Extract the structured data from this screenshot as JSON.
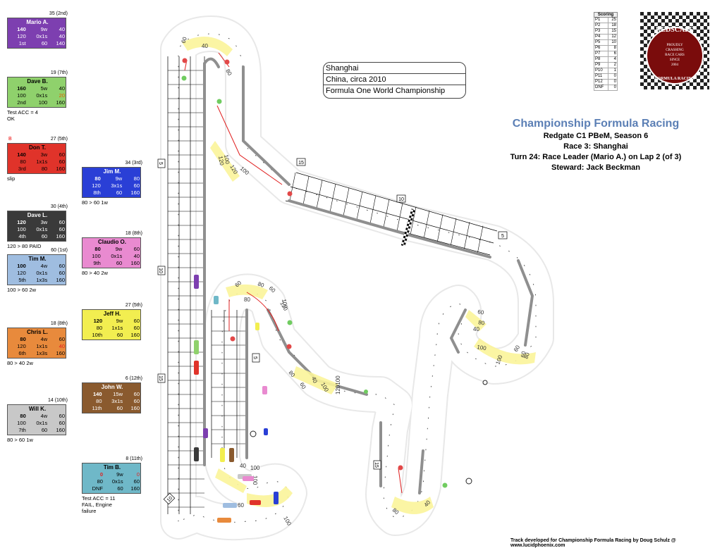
{
  "sign": [
    "Shanghai",
    "China, circa 2010",
    "Formula One World Championship"
  ],
  "header": {
    "title": "Championship Formula Racing",
    "lines": [
      "Redgate C1 PBeM, Season 6",
      "Race 3: Shanghai",
      "Turn 24: Race Leader (Mario A.) on Lap 2 (of 3)",
      "Steward: Jack Beckman"
    ]
  },
  "scoring": {
    "title": "Scoring",
    "rows": [
      [
        "P1",
        "25"
      ],
      [
        "P2",
        "18"
      ],
      [
        "P3",
        "15"
      ],
      [
        "P4",
        "12"
      ],
      [
        "P5",
        "10"
      ],
      [
        "P6",
        "8"
      ],
      [
        "P7",
        "6"
      ],
      [
        "P8",
        "4"
      ],
      [
        "P9",
        "2"
      ],
      [
        "P10",
        "1"
      ],
      [
        "P11",
        "0"
      ],
      [
        "P12",
        "0"
      ],
      [
        "DNF",
        "0"
      ]
    ]
  },
  "logo": {
    "top": "REDSCAPE",
    "middle": [
      "PROUDLY",
      "CRASHING",
      "RACE CARS",
      "SINCE",
      "2004"
    ],
    "bottom": "FORMULA RACING"
  },
  "footer": "Track developed for Championship Formula Racing by Doug Schulz @ www.lucidphoenix.com",
  "cards": [
    {
      "name": "Mario A.",
      "pos": "35 (2nd)",
      "color": "#7d3fb0",
      "text": "#fff",
      "rows": [
        [
          "140",
          "9w",
          "40"
        ],
        [
          "120",
          "0x1s",
          "40"
        ],
        [
          "1st",
          "60",
          "140"
        ]
      ],
      "note": "",
      "mark": ""
    },
    {
      "name": "Dave B.",
      "pos": "19 (7th)",
      "color": "#8fd16c",
      "text": "#000",
      "rows": [
        [
          "160",
          "5w",
          "40"
        ],
        [
          "100",
          "0x1s",
          "20"
        ],
        [
          "2nd",
          "100",
          "160"
        ]
      ],
      "note": "Test ACC = 4\nOK",
      "mark": ""
    },
    {
      "name": "Don T.",
      "pos": "27 (5th)",
      "color": "#e0332a",
      "text": "#000",
      "rows": [
        [
          "140",
          "3w",
          "60"
        ],
        [
          "80",
          "1x1s",
          "60"
        ],
        [
          "3rd",
          "80",
          "160"
        ]
      ],
      "note": "slip",
      "mark": "B"
    },
    {
      "name": "Dave L.",
      "pos": "30 (4th)",
      "color": "#3a3a3a",
      "text": "#fff",
      "rows": [
        [
          "120",
          "3w",
          "60"
        ],
        [
          "100",
          "0x1s",
          "60"
        ],
        [
          "4th",
          "60",
          "160"
        ]
      ],
      "note": "120 > 80 PAID",
      "mark": ""
    },
    {
      "name": "Tim M.",
      "pos": "60 (1st)",
      "color": "#9fbde0",
      "text": "#000",
      "rows": [
        [
          "100",
          "4w",
          "60"
        ],
        [
          "120",
          "0x1s",
          "60"
        ],
        [
          "5th",
          "1x3s",
          "160"
        ]
      ],
      "note": "100 > 60 2w",
      "mark": ""
    },
    {
      "name": "Chris L.",
      "pos": "18 (8th)",
      "color": "#e88a3c",
      "text": "#000",
      "rows": [
        [
          "80",
          "4w",
          "60"
        ],
        [
          "120",
          "1x1s",
          "40"
        ],
        [
          "6th",
          "1x3s",
          "160"
        ]
      ],
      "note": "80 > 40 2w",
      "mark": ""
    },
    {
      "name": "Will K.",
      "pos": "14 (10th)",
      "color": "#c8c8c8",
      "text": "#000",
      "rows": [
        [
          "80",
          "4w",
          "60"
        ],
        [
          "100",
          "0x1s",
          "60"
        ],
        [
          "7th",
          "60",
          "160"
        ]
      ],
      "note": "80 > 60 1w",
      "mark": ""
    },
    {
      "name": "Jim M.",
      "pos": "34 (3rd)",
      "color": "#2a3fd6",
      "text": "#fff",
      "rows": [
        [
          "80",
          "9w",
          "80"
        ],
        [
          "120",
          "3x1s",
          "60"
        ],
        [
          "8th",
          "60",
          "160"
        ]
      ],
      "note": "80 > 60 1w",
      "mark": ""
    },
    {
      "name": "Claudio O.",
      "pos": "18 (8th)",
      "color": "#e98ad0",
      "text": "#000",
      "rows": [
        [
          "80",
          "9w",
          "60"
        ],
        [
          "100",
          "0x1s",
          "40"
        ],
        [
          "9th",
          "60",
          "160"
        ]
      ],
      "note": "80 > 40 2w",
      "mark": ""
    },
    {
      "name": "Jeff H.",
      "pos": "27 (5th)",
      "color": "#f2ee50",
      "text": "#000",
      "rows": [
        [
          "120",
          "9w",
          "60"
        ],
        [
          "80",
          "1x1s",
          "60"
        ],
        [
          "10th",
          "60",
          "160"
        ]
      ],
      "note": "",
      "mark": ""
    },
    {
      "name": "John W.",
      "pos": "6 (12th)",
      "color": "#8a5a2e",
      "text": "#fff",
      "rows": [
        [
          "140",
          "15w",
          "60"
        ],
        [
          "80",
          "3x1s",
          "60"
        ],
        [
          "11th",
          "60",
          "160"
        ]
      ],
      "note": "",
      "mark": ""
    },
    {
      "name": "Tim B.",
      "pos": "8 (11th)",
      "color": "#6fb8c8",
      "text": "#000",
      "rows": [
        [
          "0",
          "9w",
          "0"
        ],
        [
          "80",
          "0x1s",
          "60"
        ],
        [
          "DNF",
          "60",
          "160"
        ]
      ],
      "note": "Test ACC = 11\nFAIL, Engine\nfailure",
      "mark": ""
    }
  ],
  "markers": [
    "5",
    "10",
    "15",
    "15",
    "10",
    "5",
    "5",
    "10",
    "15",
    "5",
    "5"
  ],
  "speeds": [
    "60",
    "40",
    "80",
    "100",
    "120",
    "100",
    "120",
    "80",
    "60",
    "80",
    "60",
    "120",
    "100",
    "120100",
    "40",
    "60",
    "80",
    "100",
    "40",
    "60",
    "80",
    "100",
    "60",
    "40",
    "80",
    "80",
    "100",
    "100",
    "60",
    "40",
    "100",
    "60",
    "100"
  ],
  "accent": {
    "kerb": "#fbf49a",
    "grass": "#8f8f8f",
    "arrow": "#e02020",
    "dot_red": "#e24848",
    "dot_green": "#70cc60"
  }
}
